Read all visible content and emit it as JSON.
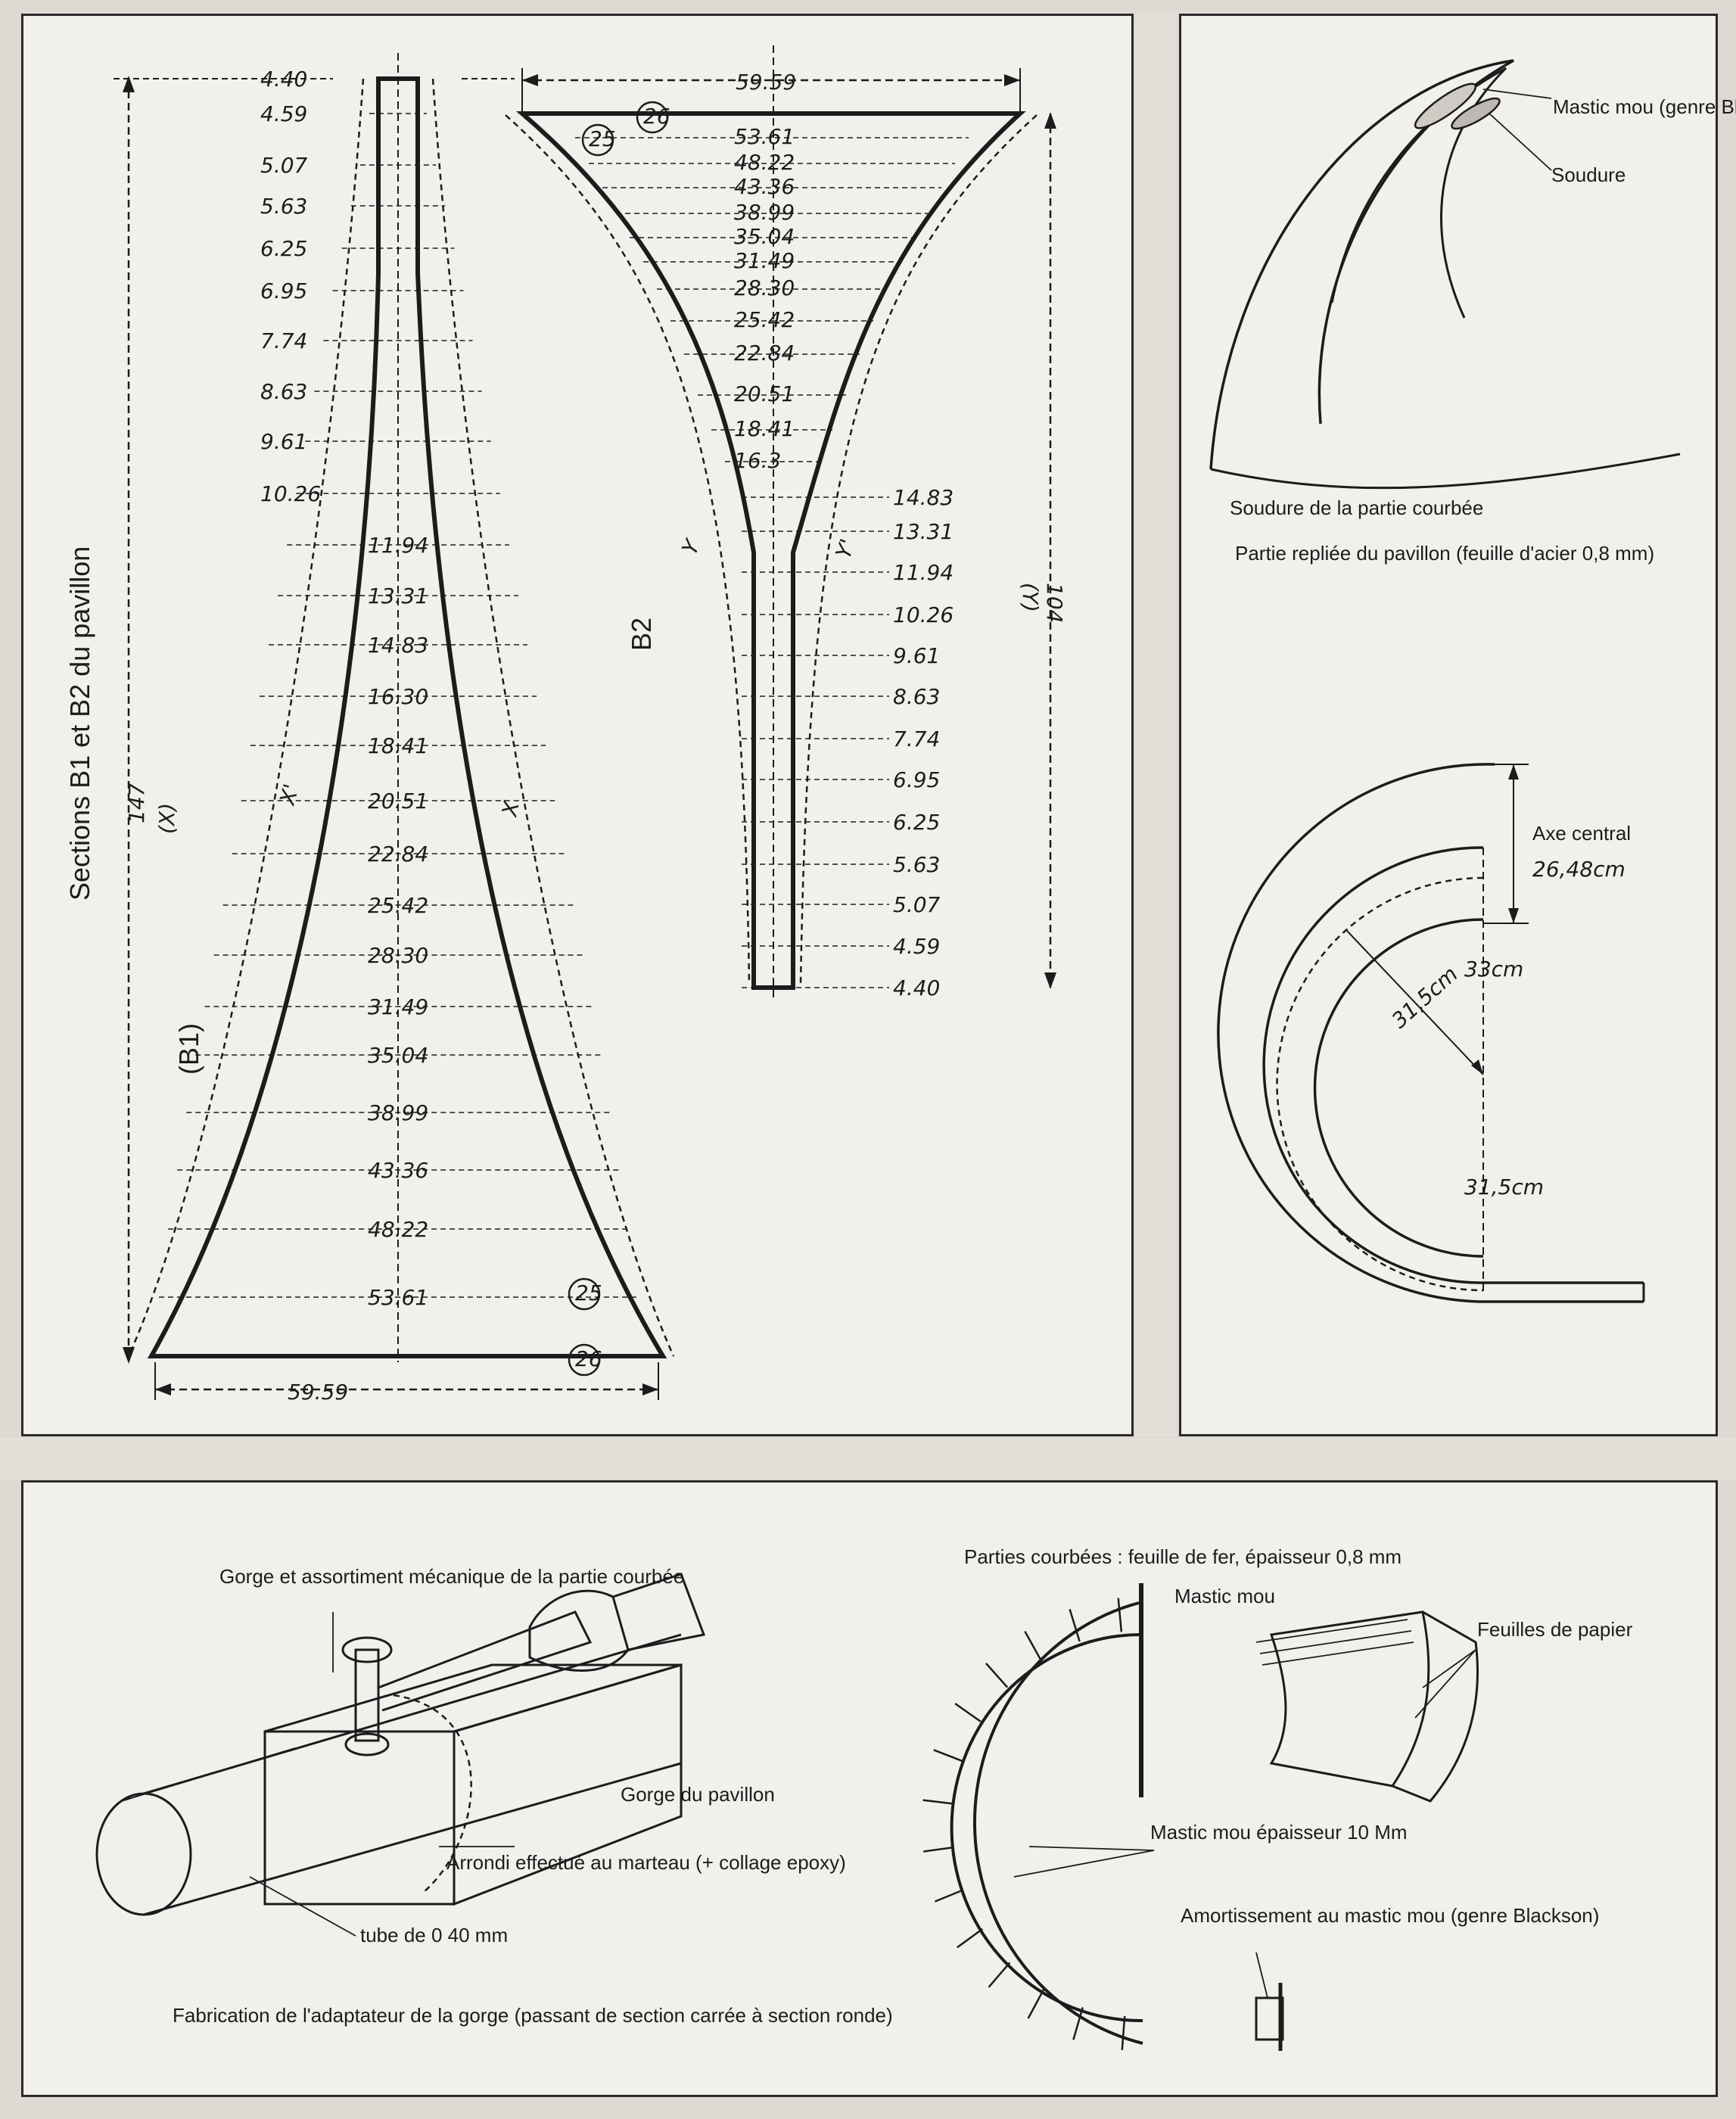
{
  "b1": {
    "title": "Sections B1 et B2 du pavillon",
    "name": "(B1)",
    "length": "147",
    "length_axis": "(X)",
    "axis_x": "X",
    "axis_x_prime": "X'",
    "widths": [
      "4.40",
      "4.59",
      "5.07",
      "5.63",
      "6.25",
      "6.95",
      "7.74",
      "8.63",
      "9.61",
      "10.26",
      "11.94",
      "13.31",
      "14.83",
      "16.30",
      "18.41",
      "20.51",
      "22.84",
      "25.42",
      "28.30",
      "31.49",
      "35.04",
      "38.99",
      "43.36",
      "48.22",
      "53.61",
      "59.59"
    ],
    "marker_25": "25",
    "marker_26": "26"
  },
  "b2": {
    "name": "B2",
    "length": "104",
    "length_axis": "(Y)",
    "axis_y": "Y",
    "axis_y_prime": "Y'",
    "top_width": "59.59",
    "top_widths": [
      "53.61",
      "48.22",
      "43.36",
      "38.99",
      "35.04",
      "31.49",
      "28.30",
      "25.42",
      "22.84",
      "20.51",
      "18.41",
      "16.3"
    ],
    "side_widths": [
      "14.83",
      "13.31",
      "11.94",
      "10.26",
      "9.61",
      "8.63",
      "7.74",
      "6.95",
      "6.25",
      "5.63",
      "5.07",
      "4.59",
      "4.40"
    ],
    "marker_25": "25",
    "marker_26": "26"
  },
  "curve_panel": {
    "mastic_label": "Mastic mou (genre Blackson)",
    "soudure_label": "Soudure",
    "weld_caption": "Soudure de la partie courbée",
    "folded_caption": "Partie repliée du pavillon (feuille d'acier 0,8 mm)",
    "axe_label": "Axe central",
    "axe_value": "26,48cm",
    "r1": "31,5cm",
    "r2": "33cm",
    "r3": "31,5cm"
  },
  "bottom_panel": {
    "gorge_title": "Gorge et assortiment mécanique de la partie courbée",
    "gorge_pavillon": "Gorge du pavillon",
    "arrondi": "Arrondi effectué au marteau (+ collage epoxy)",
    "tube": "tube de 0 40 mm",
    "fabrication": "Fabrication de l'adaptateur de la gorge (passant de section carrée à section ronde)",
    "parties_courbees": "Parties courbées : feuille de fer, épaisseur 0,8 mm",
    "mastic_mou": "Mastic mou",
    "feuilles": "Feuilles de papier",
    "mastic_10": "Mastic mou épaisseur 10 Mm",
    "amortissement": "Amortissement au mastic mou (genre Blackson)"
  },
  "colors": {
    "ink": "#1c1c1c",
    "paper": "#f2f0ec",
    "background": "#dedad3"
  }
}
